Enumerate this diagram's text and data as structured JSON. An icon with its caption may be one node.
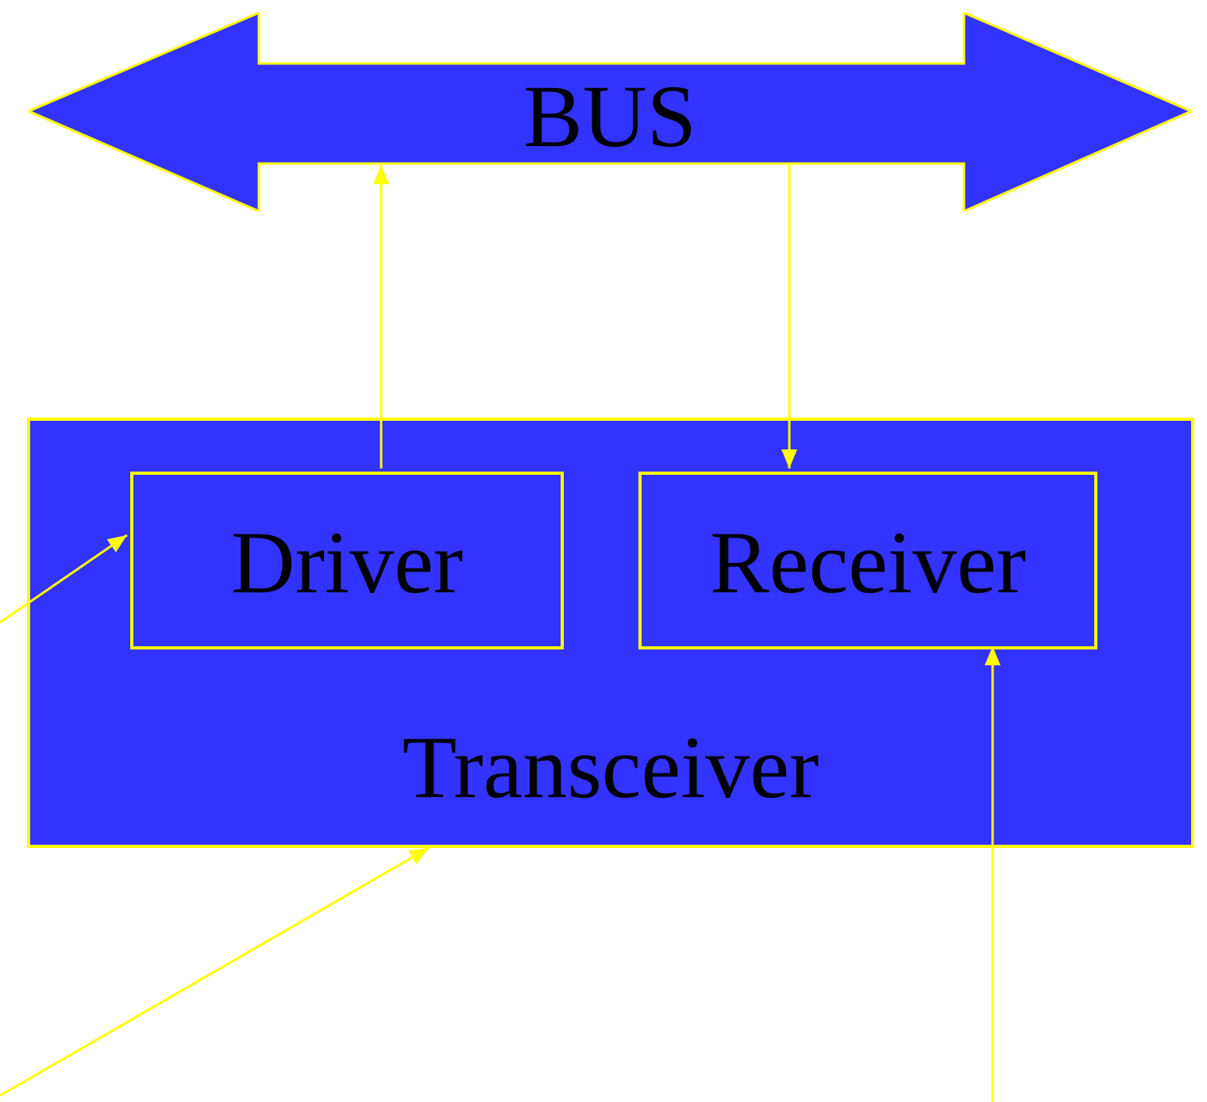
{
  "diagram": {
    "nodes": [
      {
        "text": [
          "BUS"
        ]
      },
      {
        "text": [
          "Transceiver"
        ]
      },
      {
        "text": [
          "Driver"
        ],
        "in": 1
      },
      {
        "text": [
          "Receiver"
        ],
        "in": 1
      }
    ],
    "edges": [
      {
        "from": 2,
        "to": 0,
        "arrow": "to"
      },
      {
        "from": 0,
        "to": 3,
        "arrow": "to"
      },
      {
        "from": null,
        "to": 2,
        "arrow": "to"
      },
      {
        "from": null,
        "to": 1,
        "arrow": "to"
      },
      {
        "from": null,
        "to": 3,
        "arrow": "to"
      }
    ]
  }
}
